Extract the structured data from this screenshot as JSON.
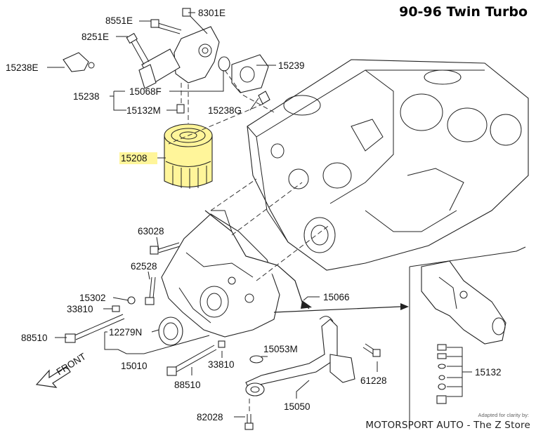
{
  "title": "90-96 Twin Turbo",
  "credit": {
    "small": "Adapted for clarity by:",
    "main": "MOTORSPORT AUTO - The Z Store"
  },
  "direction_label": "FRONT",
  "highlight_color": "#fff59a",
  "labels": {
    "p8551E": "8551E",
    "p8301E": "8301E",
    "p8251E": "8251E",
    "p15238E": "15238E",
    "p15239": "15239",
    "p15238": "15238",
    "p15068F": "15068F",
    "p15132M": "15132M",
    "p15238G": "15238G",
    "p15208": "15208",
    "p63028": "63028",
    "p62528": "62528",
    "p15302": "15302",
    "p33810a": "33810",
    "p88510a": "88510",
    "p12279N": "12279N",
    "p15066": "15066",
    "p15053M": "15053M",
    "p33810b": "33810",
    "p15010": "15010",
    "p88510b": "88510",
    "p61228": "61228",
    "p15050": "15050",
    "p82028": "82028",
    "p15132": "15132"
  }
}
